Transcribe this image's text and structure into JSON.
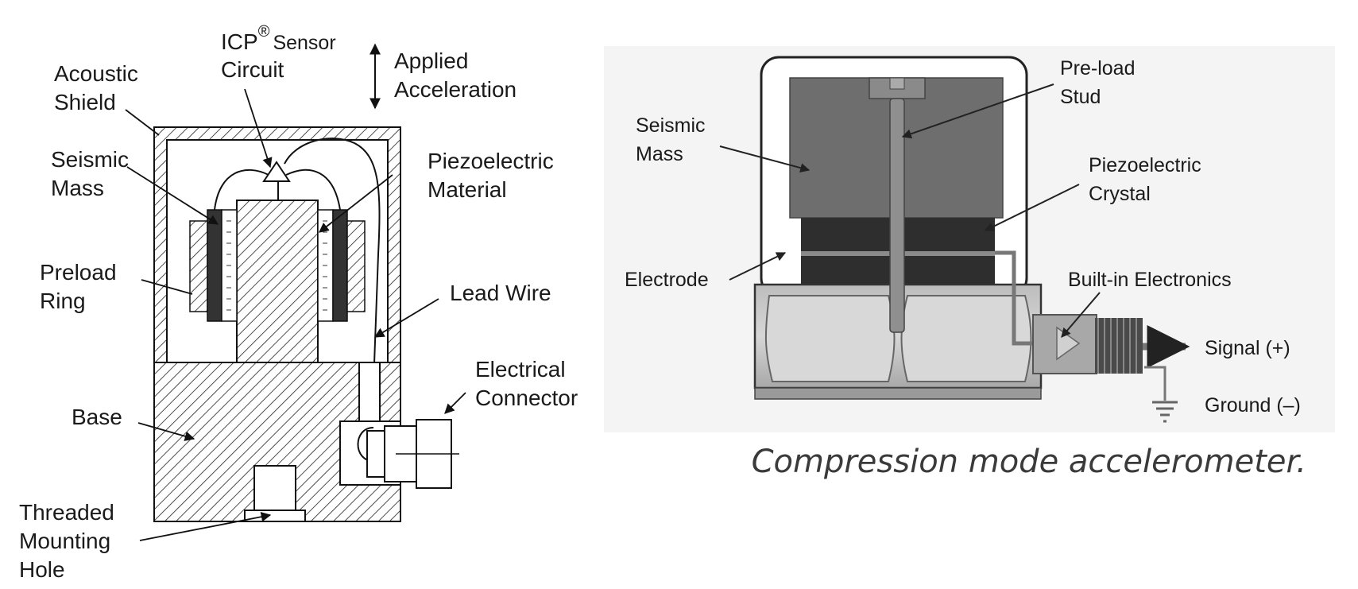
{
  "left_diagram": {
    "labels": {
      "icp_sensor": {
        "main": "ICP",
        "sup": "®",
        "tail": "Sensor",
        "line2": "Circuit"
      },
      "applied_acceleration": [
        "Applied",
        "Acceleration"
      ],
      "acoustic_shield": [
        "Acoustic",
        "Shield"
      ],
      "seismic_mass": [
        "Seismic",
        "Mass"
      ],
      "piezoelectric_material": [
        "Piezoelectric",
        "Material"
      ],
      "preload_ring": [
        "Preload",
        "Ring"
      ],
      "lead_wire": "Lead Wire",
      "electrical_connector": [
        "Electrical",
        "Connector"
      ],
      "base": "Base",
      "threaded_mounting_hole": [
        "Threaded",
        "Mounting",
        "Hole"
      ]
    }
  },
  "right_diagram": {
    "labels": {
      "preload_stud": [
        "Pre-load",
        "Stud"
      ],
      "seismic_mass": [
        "Seismic",
        "Mass"
      ],
      "piezoelectric_crystal": [
        "Piezoelectric",
        "Crystal"
      ],
      "electrode": "Electrode",
      "built_in_electronics": "Built-in Electronics",
      "signal": "Signal (+)",
      "ground": "Ground (–)"
    },
    "caption": "Compression mode accelerometer."
  }
}
